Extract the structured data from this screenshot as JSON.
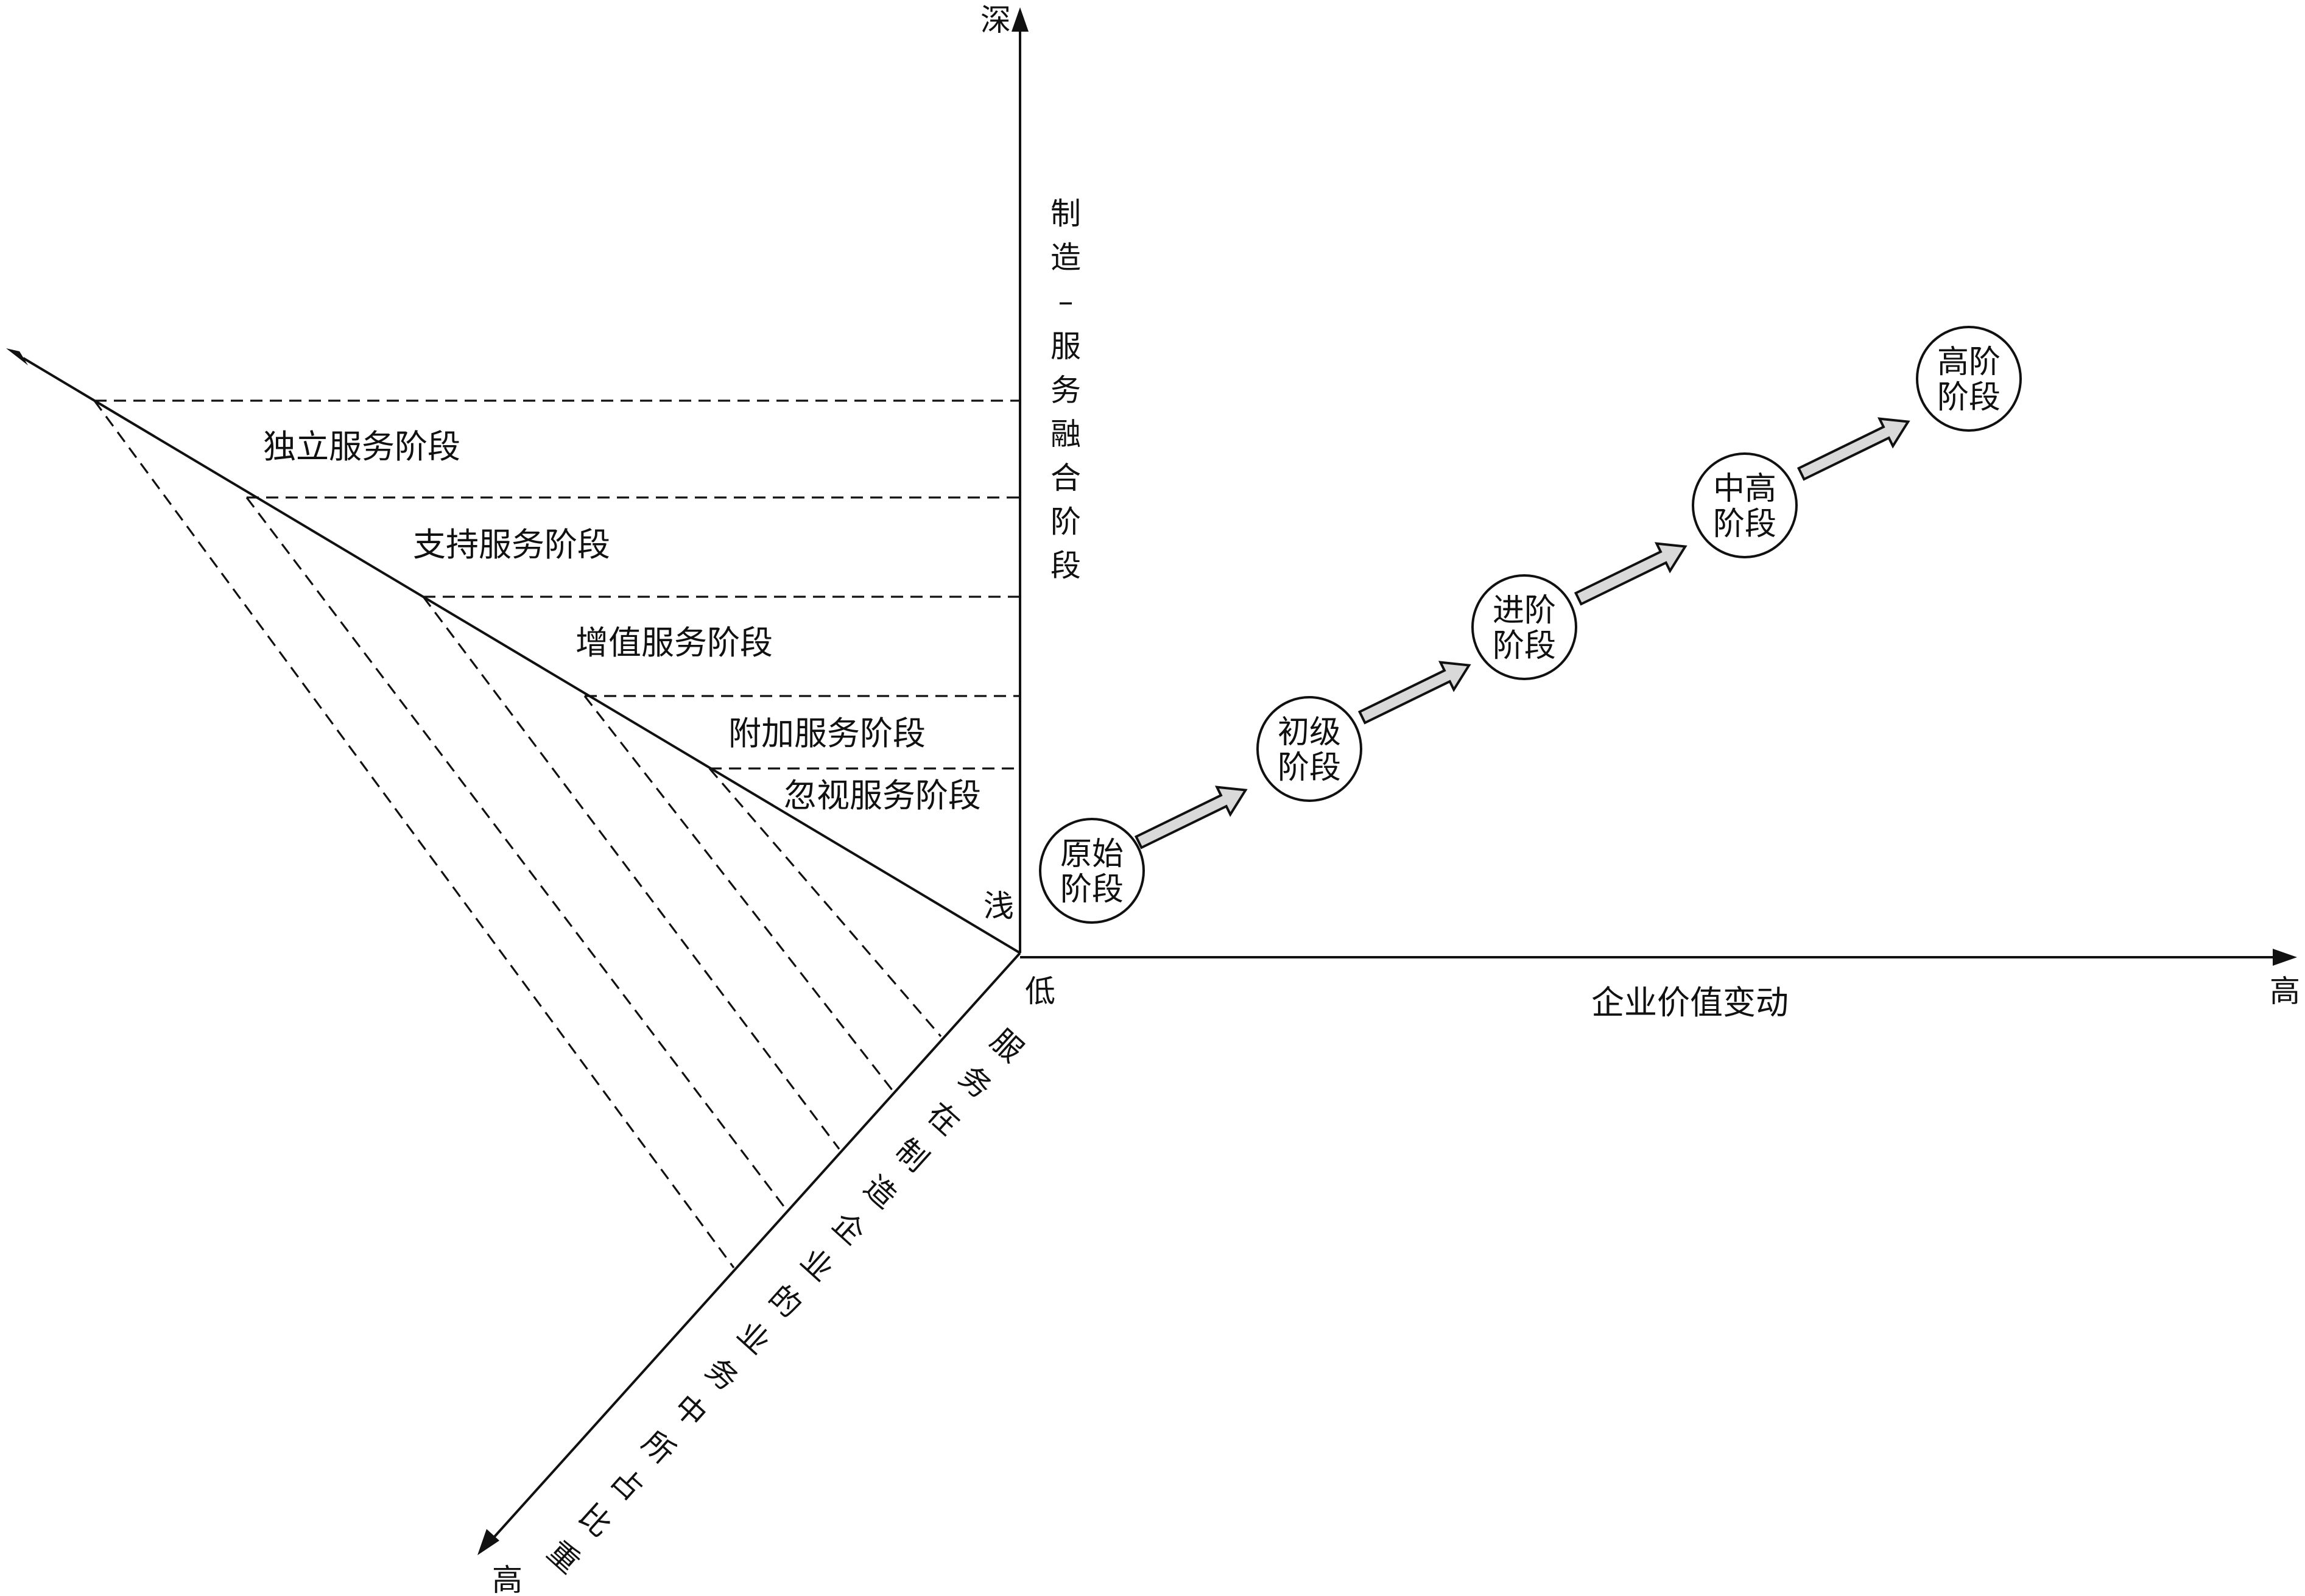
{
  "vertical_axis": {
    "top_label": "深",
    "bottom_label": "浅",
    "title_chars": [
      "制",
      "造",
      "–",
      "服",
      "务",
      "融",
      "合",
      "阶",
      "段"
    ]
  },
  "horizontal_axis": {
    "origin_label": "低",
    "end_label": "高",
    "title": "企业价值变动"
  },
  "diagonal_axis": {
    "end_label": "高",
    "title_chars": [
      "服",
      "务",
      "在",
      "制",
      "造",
      "企",
      "业",
      "的",
      "业",
      "务",
      "中",
      "所",
      "占",
      "比",
      "重"
    ]
  },
  "fusion_stages": [
    "独立服务阶段",
    "支持服务阶段",
    "增值服务阶段",
    "附加服务阶段",
    "忽视服务阶段"
  ],
  "value_stages": [
    {
      "line1": "原始",
      "line2": "阶段"
    },
    {
      "line1": "初级",
      "line2": "阶段"
    },
    {
      "line1": "进阶",
      "line2": "阶段"
    },
    {
      "line1": "中高",
      "line2": "阶段"
    },
    {
      "line1": "高阶",
      "line2": "阶段"
    }
  ],
  "colors": {
    "line": "#111111",
    "arrow_fill": "#d9d9d9",
    "background": "#ffffff"
  }
}
